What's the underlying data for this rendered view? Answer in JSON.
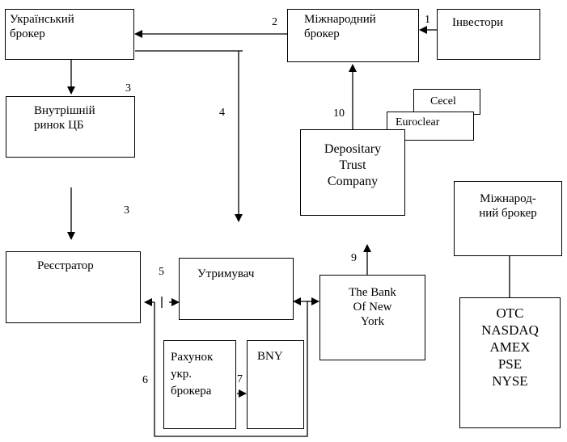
{
  "nodes": {
    "ua_broker": "Український\nброкер",
    "intl_broker": "Міжнародний\nброкер",
    "investors": "Інвестори",
    "internal_market": "Внутрішній\nринок ЦБ",
    "cecel": "Cecel",
    "euroclear": "Euroclear",
    "dtc": "Depositary\nTrust\nCompany",
    "intl_broker_2": "Міжнарод-\nний брокер",
    "registrar": "Реєстратор",
    "custodian": "Утримувач",
    "bny_full": "The Bank\nOf New\nYork",
    "exchanges": "OTC\nNASDAQ\nAMEX\nPSE\nNYSE",
    "ua_broker_account": "Рахунок\nукр.\nброкера",
    "bny": "BNY"
  },
  "step_numbers": {
    "s1": "1",
    "s2": "2",
    "s3a": "3",
    "s3b": "3",
    "s4": "4",
    "s5": "5",
    "s6": "6",
    "s7": "7",
    "s9": "9",
    "s10": "10"
  }
}
